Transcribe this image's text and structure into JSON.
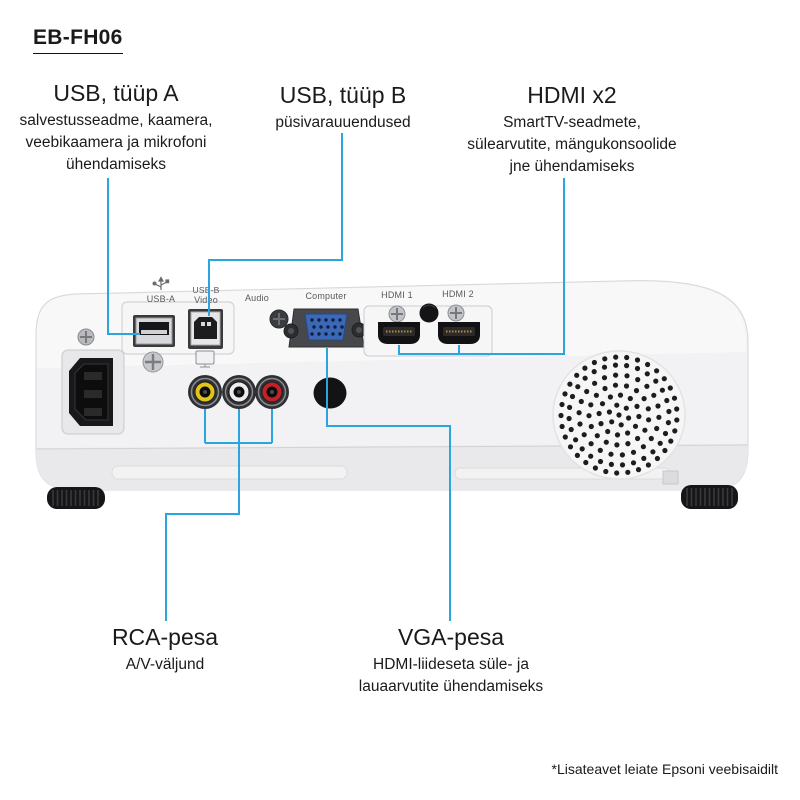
{
  "page": {
    "model": "EB-FH06",
    "footnote": "*Lisateavet leiate Epsoni veebisaidilt"
  },
  "colors": {
    "callout_blue": "#29A6E0",
    "rca_video_yellow": "#E3C517",
    "rca_audio_white": "#EDEDEE",
    "rca_audio_red": "#C52127",
    "vga_blue": "#3C68B5"
  },
  "callouts": {
    "usb_a": {
      "title": "USB, tüüp A",
      "desc": "salvestusseadme, kaamera,\nveebikaamera ja mikrofoni\nühendamiseks"
    },
    "usb_b": {
      "title": "USB, tüüp B",
      "desc": "püsivarauuendused"
    },
    "hdmi": {
      "title": "HDMI x2",
      "desc": "SmartTV-seadmete,\nsülearvutite, mängukonsoolide\njne ühendamiseks"
    },
    "rca": {
      "title": "RCA-pesa",
      "desc": "A/V-väljund"
    },
    "vga": {
      "title": "VGA-pesa",
      "desc": "HDMI-liideseta süle- ja\nlauaarvutite ühendamiseks"
    }
  },
  "projector": {
    "port_labels": {
      "usb_a": "USB-A",
      "usb_b_top": "USB-B",
      "usb_b_bottom": "Video",
      "audio": "Audio",
      "computer": "Computer",
      "hdmi1": "HDMI 1",
      "hdmi2": "HDMI 2"
    }
  }
}
